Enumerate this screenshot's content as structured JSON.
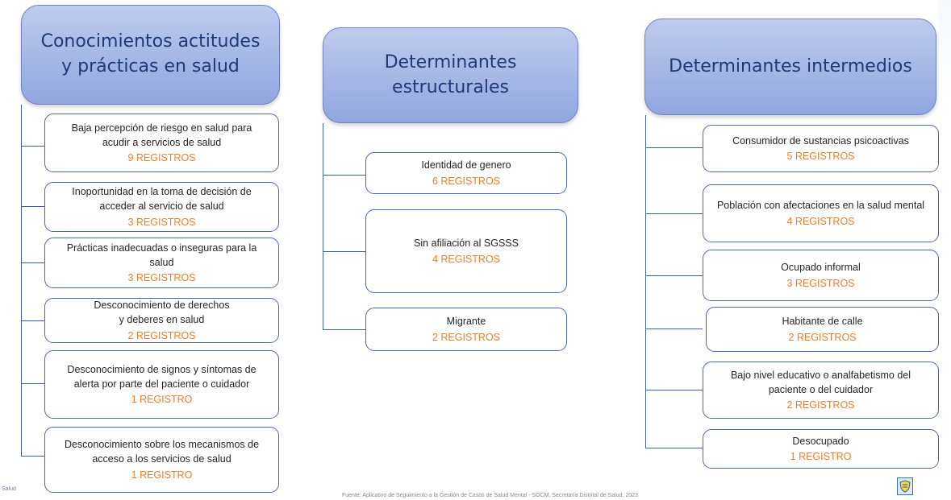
{
  "columns": [
    {
      "title": "Conocimientos actitudes\ny prácticas en salud",
      "items": [
        {
          "text": "Baja percepción de riesgo en salud para acudir a servicios de salud",
          "count": "9  REGISTROS"
        },
        {
          "text": "Inoportunidad en la toma de decisión de acceder al servicio de salud",
          "count": "3  REGISTROS"
        },
        {
          "text": "Prácticas inadecuadas o inseguras para la salud",
          "count": "3 REGISTROS"
        },
        {
          "text": "Desconocimiento de derechos y deberes en salud",
          "count": "2 REGISTROS"
        },
        {
          "text": "Desconocimiento de signos y síntomas de alerta por parte del paciente o cuidador",
          "count": "1 REGISTRO"
        },
        {
          "text": "Desconocimiento sobre los mecanismos de acceso a los servicios de salud",
          "count": "1 REGISTRO"
        }
      ]
    },
    {
      "title": "Determinantes\nestructurales",
      "items": [
        {
          "text": "Identidad de genero",
          "count": "6  REGISTROS"
        },
        {
          "text": "Sin afiliación al SGSSS",
          "count": "4 REGISTROS"
        },
        {
          "text": "Migrante",
          "count": "2 REGISTROS"
        }
      ]
    },
    {
      "title": "Determinantes intermedios",
      "items": [
        {
          "text": "Consumidor de sustancias psicoactivas",
          "count": "5 REGISTROS"
        },
        {
          "text": "Población con afectaciones en la salud mental",
          "count": "4 REGISTROS"
        },
        {
          "text": "Ocupado informal",
          "count": "3  REGISTROS"
        },
        {
          "text": "Habitante de calle",
          "count": "2 REGISTROS"
        },
        {
          "text": "Bajo nivel educativo o analfabetismo del paciente o del cuidador",
          "count": "2 REGISTROS"
        },
        {
          "text": "Desocupado",
          "count": "1 REGISTRO"
        }
      ]
    }
  ],
  "footer": {
    "left": "Salud",
    "source": "Fuente: Aplicativo de Seguimiento a la Gestión de Casos de Salud Mental - SGCM, Secretaría Distrital de Salud, 2023",
    "logo_icon": "shield-logo-icon"
  }
}
